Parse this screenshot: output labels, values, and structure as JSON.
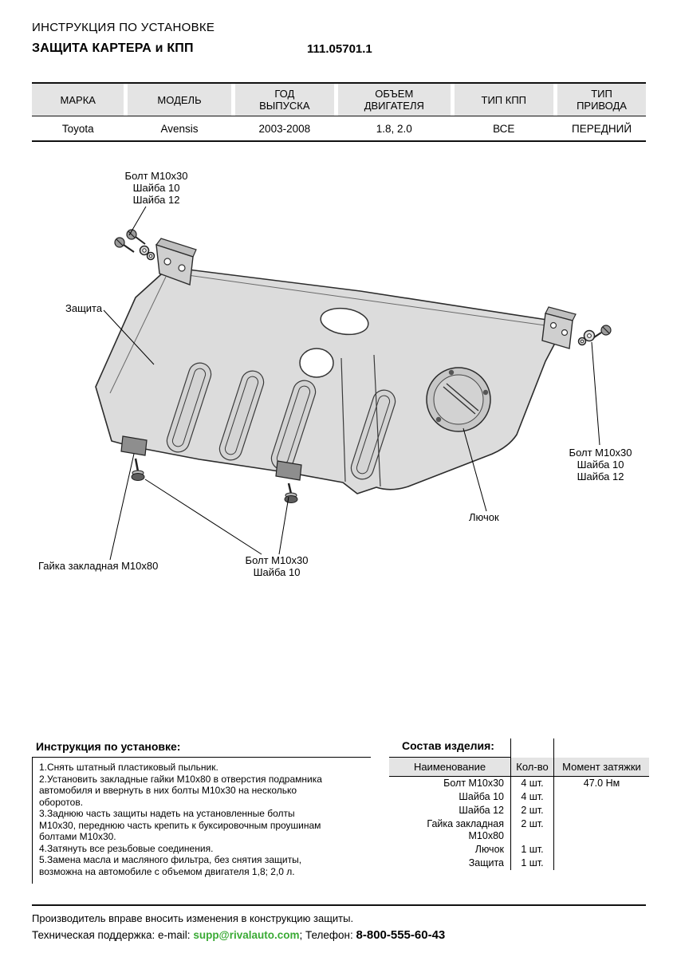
{
  "header": {
    "doc_type": "ИНСТРУКЦИЯ ПО УСТАНОВКЕ",
    "title": "ЗАЩИТА КАРТЕРА и КПП",
    "part_number": "111.05701.1"
  },
  "spec_table": {
    "headers": [
      "МАРКА",
      "МОДЕЛЬ",
      "ГОД\nВЫПУСКА",
      "ОБЪЕМ\nДВИГАТЕЛЯ",
      "ТИП КПП",
      "ТИП\nПРИВОДА"
    ],
    "row": [
      "Toyota",
      "Avensis",
      "2003-2008",
      "1.8, 2.0",
      "ВСЕ",
      "ПЕРЕДНИЙ"
    ]
  },
  "diagram": {
    "labels": {
      "fastener_top_left": "Болт М10х30\nШайба 10\nШайба 12",
      "shield": "Защита",
      "fastener_right": "Болт М10х30\nШайба 10\nШайба 12",
      "hatch": "Лючок",
      "embedded_nut": "Гайка закладная М10х80",
      "fastener_bottom": "Болт М10х30\nШайба 10"
    }
  },
  "instructions": {
    "heading": "Инструкция по установке:",
    "items": [
      "1.Снять штатный пластиковый пыльник.",
      "2.Установить закладные гайки М10х80 в отверстия подрамника автомобиля и ввернуть в них болты М10х30 на несколько оборотов.",
      "3.Заднюю часть защиты надеть на установленные болты М10х30, переднюю часть крепить к буксировочным проушинам болтами М10х30.",
      "4.Затянуть все резьбовые соединения.",
      "5.Замена масла и масляного фильтра, без снятия защиты, возможна на автомобиле с объемом двигателя 1,8; 2,0 л."
    ]
  },
  "parts": {
    "heading": "Состав изделия:",
    "columns": [
      "Наименование",
      "Кол-во",
      "Момент затяжки"
    ],
    "rows": [
      {
        "name": "Болт М10х30",
        "qty": "4 шт.",
        "torque": "47.0 Нм"
      },
      {
        "name": "Шайба 10",
        "qty": "4 шт.",
        "torque": ""
      },
      {
        "name": "Шайба 12",
        "qty": "2 шт.",
        "torque": ""
      },
      {
        "name": "Гайка закладная М10х80",
        "qty": "2 шт.",
        "torque": ""
      },
      {
        "name": "Лючок",
        "qty": "1 шт.",
        "torque": ""
      },
      {
        "name": "Защита",
        "qty": "1 шт.",
        "torque": ""
      }
    ]
  },
  "footer": {
    "disclaimer": "Производитель вправе вносить изменения в конструкцию защиты.",
    "support_prefix": "Техническая поддержка:  e-mail: ",
    "email": "supp@rivalauto.com",
    "separator": "; Телефон: ",
    "phone": "8-800-555-60-43"
  },
  "colors": {
    "accent_green": "#3aaa35",
    "table_header_bg": "#e4e4e4"
  }
}
